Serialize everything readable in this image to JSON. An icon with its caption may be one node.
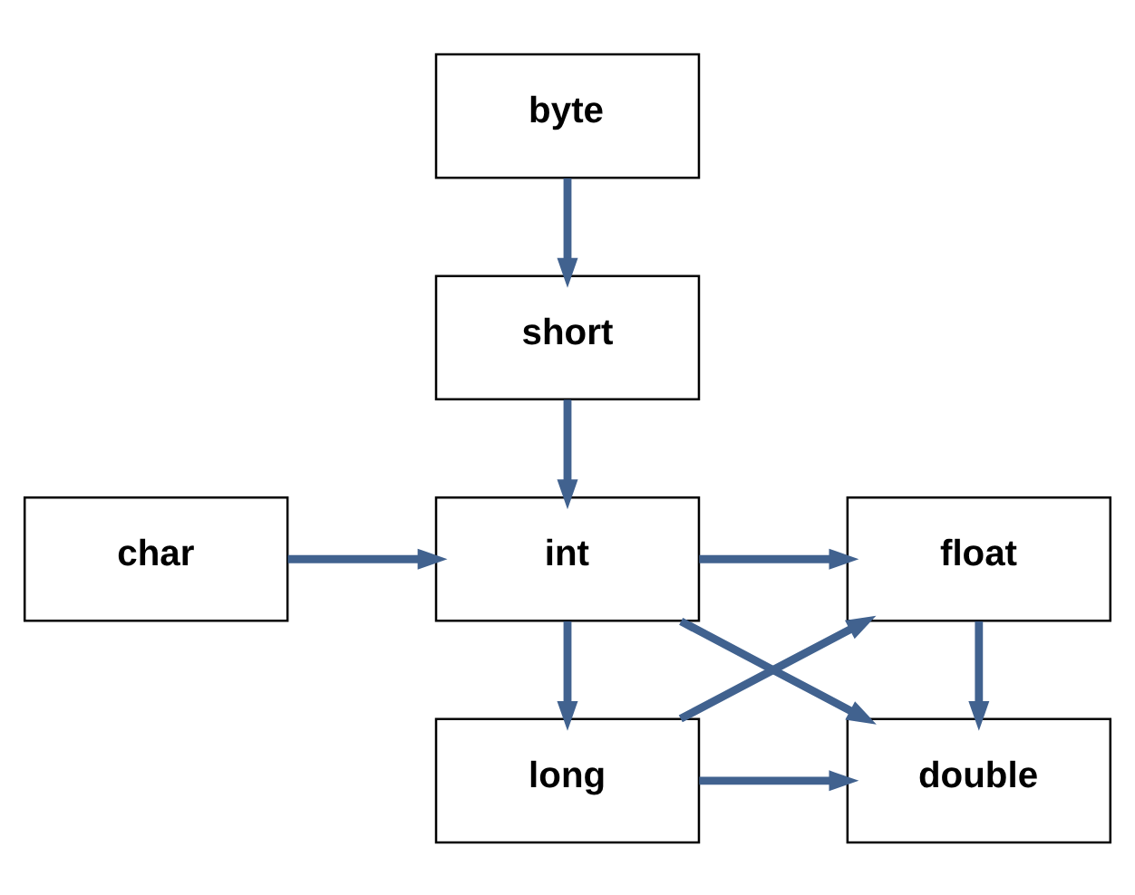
{
  "diagram": {
    "nodes": [
      {
        "text": [
          "byte"
        ]
      },
      {
        "text": [
          "short"
        ]
      },
      {
        "text": [
          "char"
        ]
      },
      {
        "text": [
          "int"
        ]
      },
      {
        "text": [
          "float"
        ]
      },
      {
        "text": [
          "long"
        ]
      },
      {
        "text": [
          "double"
        ]
      }
    ],
    "edges": [
      {
        "from": 0,
        "to": 1,
        "arrow": "to"
      },
      {
        "from": 1,
        "to": 3,
        "arrow": "to"
      },
      {
        "from": 2,
        "to": 3,
        "arrow": "to"
      },
      {
        "from": 3,
        "to": 4,
        "arrow": "to"
      },
      {
        "from": 3,
        "to": 6,
        "arrow": "to"
      },
      {
        "from": 3,
        "to": 5,
        "arrow": "to"
      },
      {
        "from": 5,
        "to": 4,
        "arrow": "to"
      },
      {
        "from": 4,
        "to": 6,
        "arrow": "to"
      },
      {
        "from": 5,
        "to": 6,
        "arrow": "to"
      }
    ]
  }
}
